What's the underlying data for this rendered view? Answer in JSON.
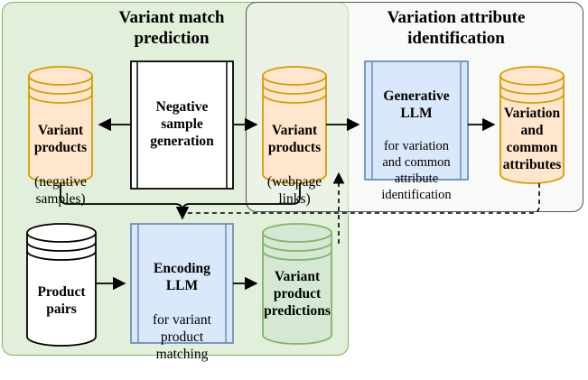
{
  "regions": {
    "variant_match": {
      "title": "Variant match\nprediction"
    },
    "variation_attribute": {
      "title": "Variation attribute\nidentification"
    }
  },
  "nodes": {
    "neg_samples": {
      "title": "Variant\nproducts",
      "sub": "(negative\nsamples)"
    },
    "neg_gen": {
      "title": "Negative\nsample\ngeneration"
    },
    "webpage_links": {
      "title": "Variant\nproducts",
      "sub": "(webpage\nlinks)"
    },
    "gen_llm": {
      "title": "Generative\nLLM",
      "sub": "for variation\nand common\nattribute\nidentification"
    },
    "var_attrs": {
      "title": "Variation\nand\ncommon\nattributes"
    },
    "product_pairs": {
      "title": "Product\npairs"
    },
    "enc_llm": {
      "title": "Encoding\nLLM",
      "sub": "for variant\nproduct\nmatching"
    },
    "predictions": {
      "title": "Variant\nproduct\npredictions"
    }
  },
  "colors": {
    "region_match_fill": "#e2efda",
    "region_match_border": "#82b366",
    "database_orange": "#ffe6cc",
    "database_orange_border": "#d79b00",
    "llm_blue": "#dae8fc",
    "llm_blue_border": "#6c8ebf",
    "database_green": "#d5e8d4",
    "database_green_border": "#82b366"
  }
}
